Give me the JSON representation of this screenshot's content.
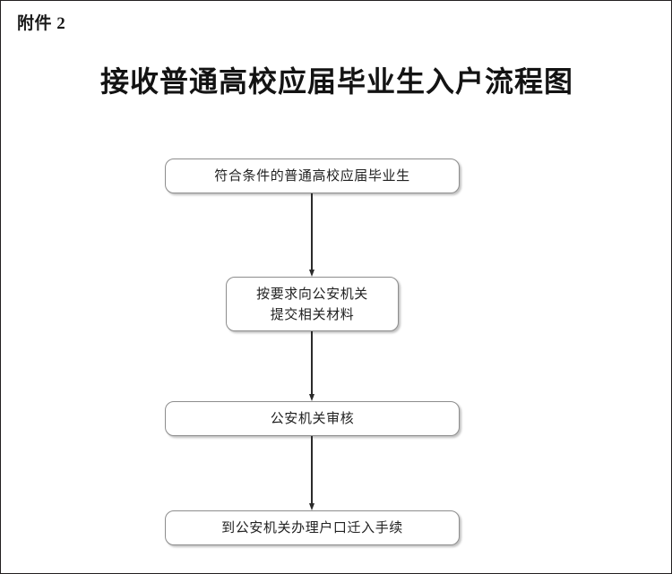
{
  "document": {
    "attachment_label": "附件 2",
    "title": "接收普通高校应届毕业生入户流程图"
  },
  "flowchart": {
    "nodes": [
      {
        "id": "node-0",
        "text": "符合条件的普通高校应届毕业生",
        "shape": "rounded-rectangle"
      },
      {
        "id": "node-1",
        "text": "按要求向公安机关\n提交相关材料",
        "shape": "rounded-rectangle"
      },
      {
        "id": "node-2",
        "text": "公安机关审核",
        "shape": "rounded-rectangle"
      },
      {
        "id": "node-3",
        "text": "到公安机关办理户口迁入手续",
        "shape": "rounded-rectangle"
      }
    ],
    "connectors": [
      {
        "id": "connector-0",
        "from": "node-0",
        "to": "node-1",
        "style": "arrow-down"
      },
      {
        "id": "connector-1",
        "from": "node-1",
        "to": "node-2",
        "style": "arrow-down"
      },
      {
        "id": "connector-2",
        "from": "node-2",
        "to": "node-3",
        "style": "arrow-down"
      }
    ]
  },
  "colors": {
    "page_background": "#ffffff",
    "page_border": "#231f20",
    "node_border": "#8d8d8d",
    "node_fill": "#ffffff",
    "text": "#222222",
    "title_text": "#131313",
    "connector": "#2b2b2b"
  }
}
